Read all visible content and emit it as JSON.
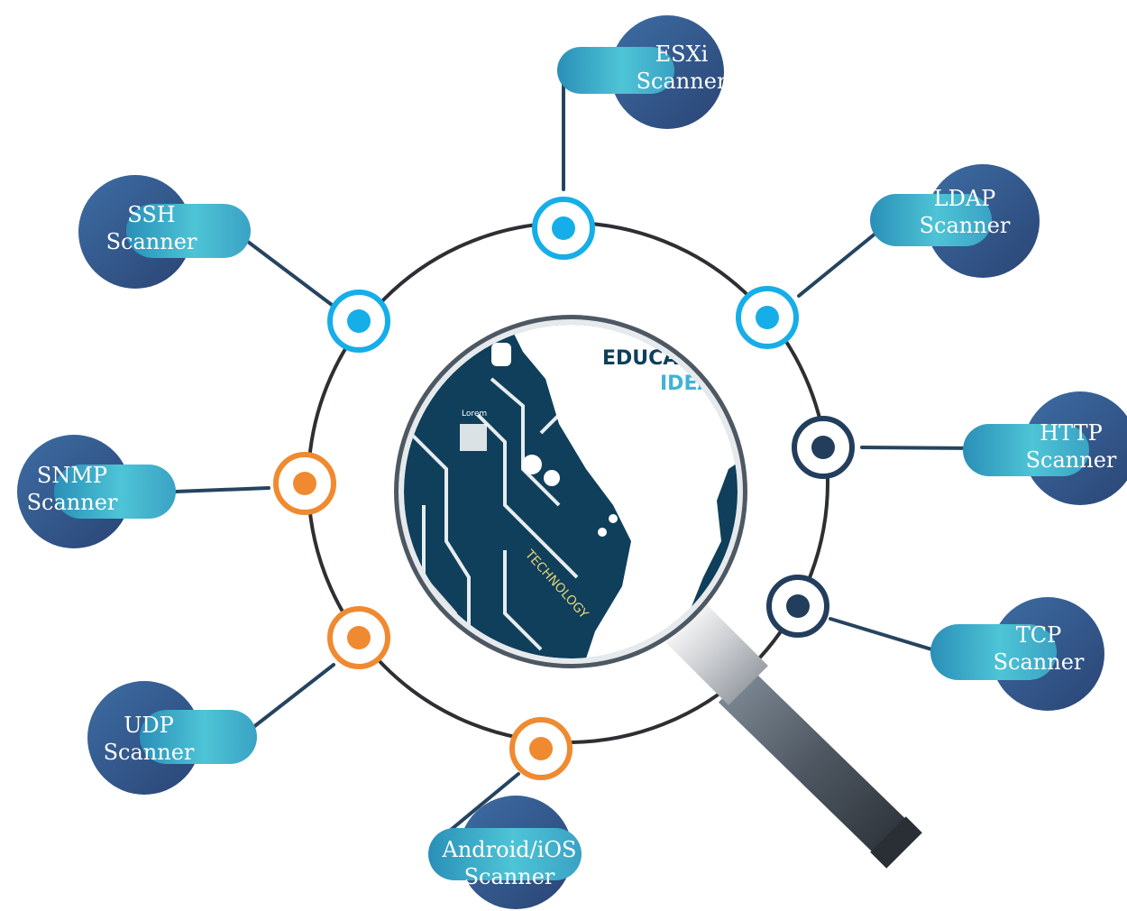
{
  "nodes": [
    {
      "id": "esxi",
      "line1": "ESXi",
      "line2": "Scanner",
      "ring": "#16aee8"
    },
    {
      "id": "ldap",
      "line1": "LDAP",
      "line2": "Scanner",
      "ring": "#16aee8"
    },
    {
      "id": "http",
      "line1": "HTTP",
      "line2": "Scanner",
      "ring": "#223e5c"
    },
    {
      "id": "tcp",
      "line1": "TCP",
      "line2": "Scanner",
      "ring": "#223e5c"
    },
    {
      "id": "android",
      "line1": "Android/iOS",
      "line2": "Scanner",
      "ring": "#f08a30"
    },
    {
      "id": "udp",
      "line1": "UDP",
      "line2": "Scanner",
      "ring": "#f08a30"
    },
    {
      "id": "snmp",
      "line1": "SNMP",
      "line2": "Scanner",
      "ring": "#f08a30"
    },
    {
      "id": "ssh",
      "line1": "SSH",
      "line2": "Scanner",
      "ring": "#16aee8"
    }
  ],
  "lens": {
    "line1": "EDUCATI",
    "line2": "IDEA",
    "line3": "TECHNOLOGY",
    "line4": "Lorem"
  }
}
